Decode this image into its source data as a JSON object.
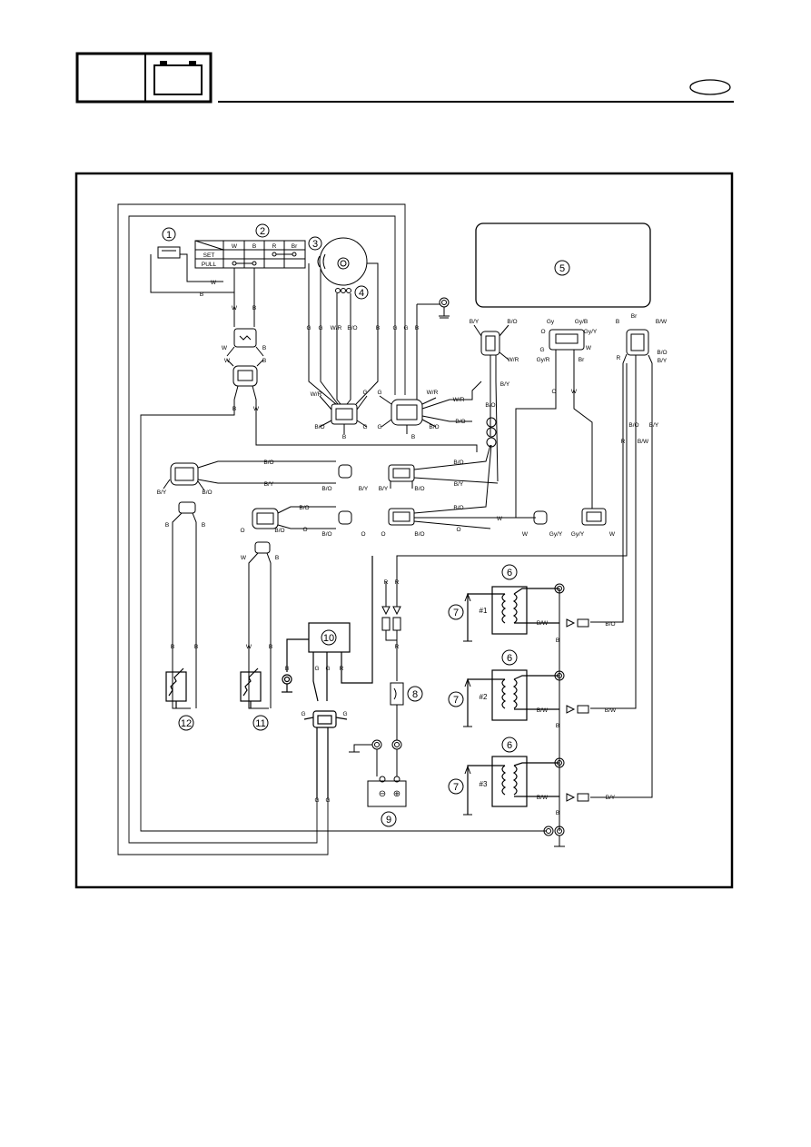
{
  "header": {
    "icon": "battery-icon",
    "lang_badge": ""
  },
  "switch_table": {
    "columns": [
      "W",
      "B",
      "R",
      "Br"
    ],
    "rows": [
      "SET",
      "PULL"
    ]
  },
  "callouts": {
    "c1": "1",
    "c2": "2",
    "c3": "3",
    "c4": "4",
    "c5": "5",
    "c6a": "6",
    "c6b": "6",
    "c6c": "6",
    "c7a": "7",
    "c7b": "7",
    "c7c": "7",
    "c8": "8",
    "c9": "9",
    "c10": "10",
    "c11": "11",
    "c12": "12"
  },
  "cylinders": {
    "cyl1": "#1",
    "cyl2": "#2",
    "cyl3": "#3"
  },
  "wire_colors": {
    "W": "W",
    "B": "B",
    "R": "R",
    "G": "G",
    "O": "O",
    "Br": "Br",
    "WR": "W/R",
    "BO": "B/O",
    "BY": "B/Y",
    "BW": "B/W",
    "Gy": "Gy",
    "GyB": "Gy/B",
    "GyY": "Gy/Y",
    "GyR": "Gy/R"
  },
  "battery": {
    "minus": "⊖",
    "plus": "⊕"
  }
}
